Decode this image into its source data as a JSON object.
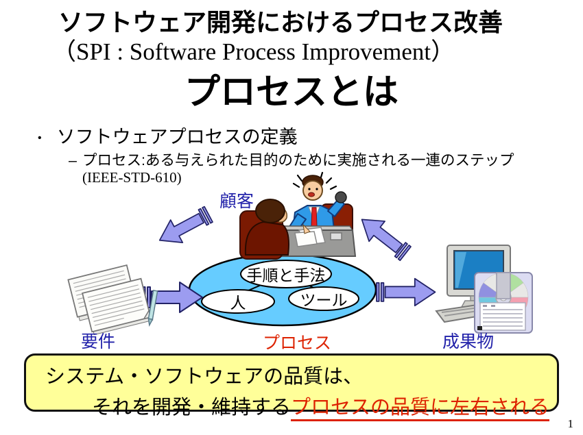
{
  "title": {
    "line1": "ソフトウェア開発におけるプロセス改善",
    "line2": "（SPI : Software Process Improvement）"
  },
  "heading": "プロセスとは",
  "definition": {
    "bullet_marker": "•",
    "bullet": "ソフトウェアプロセスの定義",
    "sub_marker": "–",
    "sub_text": "プロセス:ある与えられた目的のために実施される一連のステップ",
    "sub_ref": "(IEEE-STD-610)"
  },
  "diagram": {
    "customer_label": "顧客",
    "core": {
      "top": "手順と手法",
      "left": "人",
      "right": "ツール"
    },
    "input_label": "要件",
    "process_label": "プロセス",
    "output_label": "成果物"
  },
  "banner": {
    "line1": "システム・ソフトウェアの品質は、",
    "line2_prefix": "それを開発・維持する",
    "line2_highlight": "プロセスの品質に左右される"
  },
  "page_number": "1",
  "colors": {
    "label_blue": "#2222aa",
    "process_red": "#dd2200",
    "ellipse_blue": "#66ccff",
    "arrow_purple": "#9c9cf0",
    "arrow_outline": "#222266",
    "banner_yellow": "#ffff99"
  }
}
